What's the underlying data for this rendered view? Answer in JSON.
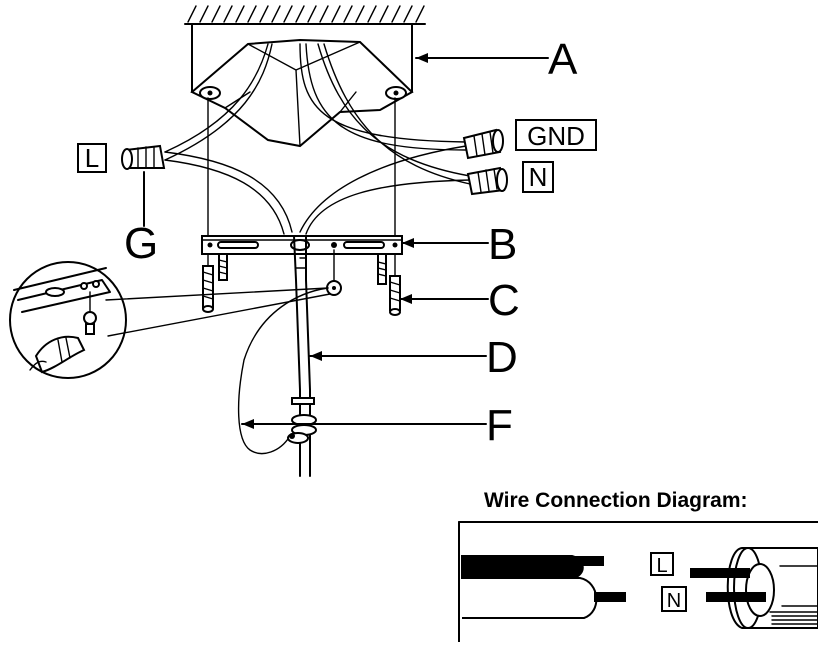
{
  "callouts": {
    "a": "A",
    "b": "B",
    "c": "C",
    "d": "D",
    "f": "F",
    "g": "G"
  },
  "wire_tags": {
    "live": "L",
    "ground": "GND",
    "neutral": "N"
  },
  "wire_diagram": {
    "title": "Wire Connection Diagram:",
    "live": "L",
    "neutral": "N"
  }
}
